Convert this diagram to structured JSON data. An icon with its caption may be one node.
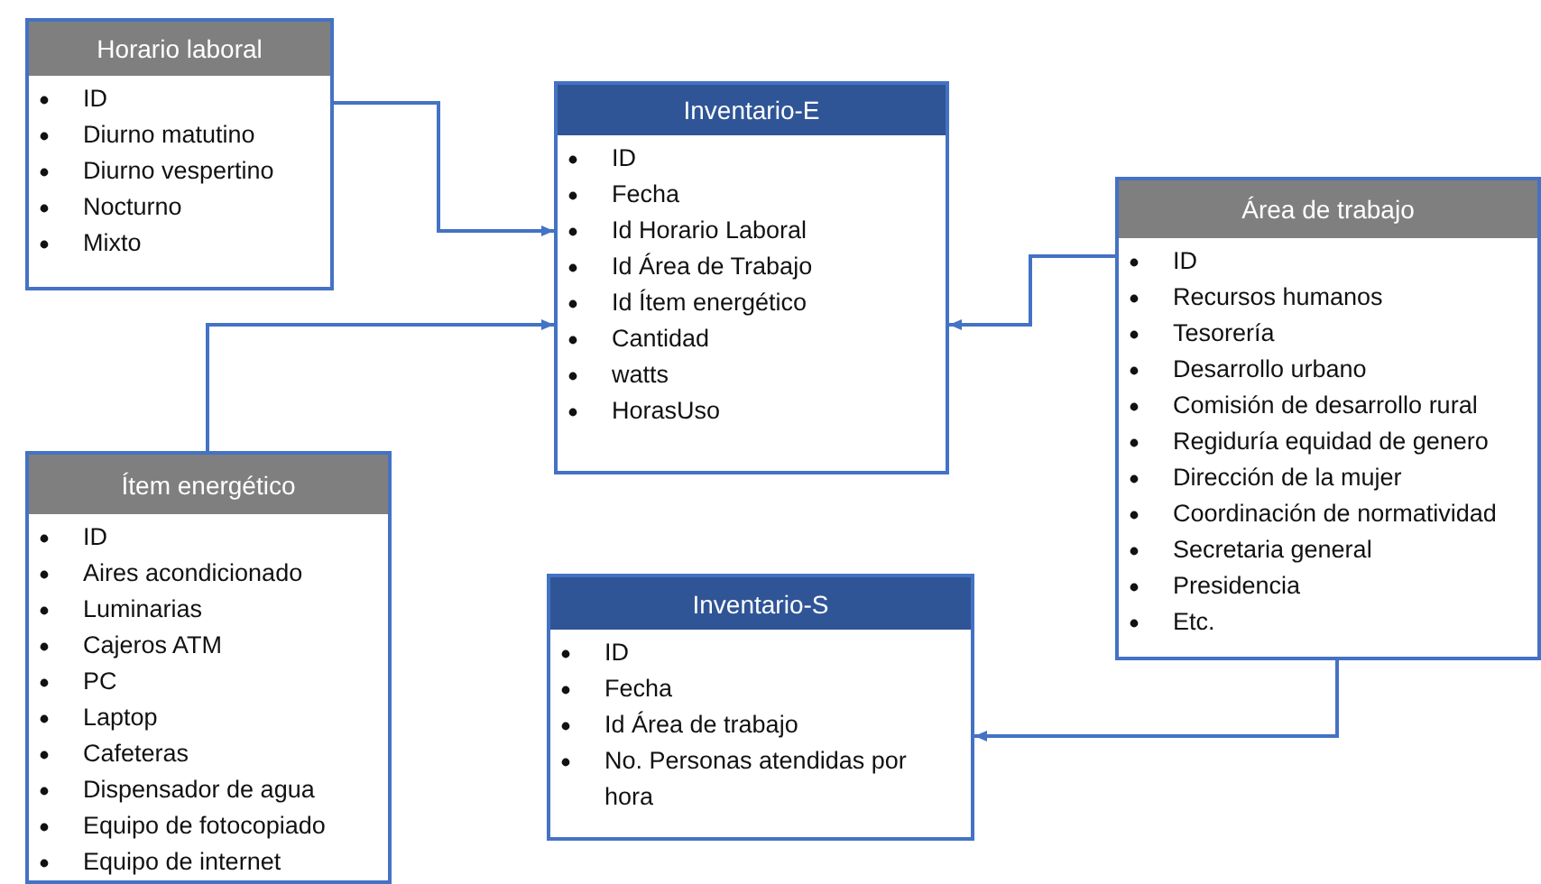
{
  "diagram": {
    "nodes": [
      {
        "text": [
          "Horario laboral",
          "ID",
          "Diurno matutino",
          "Diurno vespertino",
          "Nocturno",
          "Mixto"
        ]
      },
      {
        "text": [
          "Inventario-E",
          "ID",
          "Fecha",
          "Id Horario Laboral",
          "Id Área de Trabajo",
          "Id Ítem energético",
          "Cantidad",
          "watts",
          "HorasUso"
        ]
      },
      {
        "text": [
          "Área de trabajo",
          "ID",
          "Recursos humanos",
          "Tesorería",
          "Desarrollo urbano",
          "Comisión de desarrollo rural",
          "Regiduría equidad de genero",
          "Dirección de la mujer",
          "Coordinación de normatividad",
          "Secretaria general",
          "Presidencia",
          "Etc."
        ]
      },
      {
        "text": [
          "Ítem energético",
          "ID",
          "Aires acondicionado",
          "Luminarias",
          "Cajeros ATM",
          "PC",
          "Laptop",
          "Cafeteras",
          "Dispensador de agua",
          "Equipo de fotocopiado",
          "Equipo de internet"
        ]
      },
      {
        "text": [
          "Inventario-S",
          "ID",
          "Fecha",
          "Id Área de trabajo",
          "No. Personas atendidas por hora"
        ]
      }
    ],
    "edges": [
      {
        "from": 0,
        "to": 1,
        "arrow": "to"
      },
      {
        "from": 3,
        "to": 1,
        "arrow": "to"
      },
      {
        "from": 2,
        "to": 1,
        "arrow": "to"
      },
      {
        "from": 2,
        "to": 4,
        "arrow": "to"
      }
    ]
  }
}
